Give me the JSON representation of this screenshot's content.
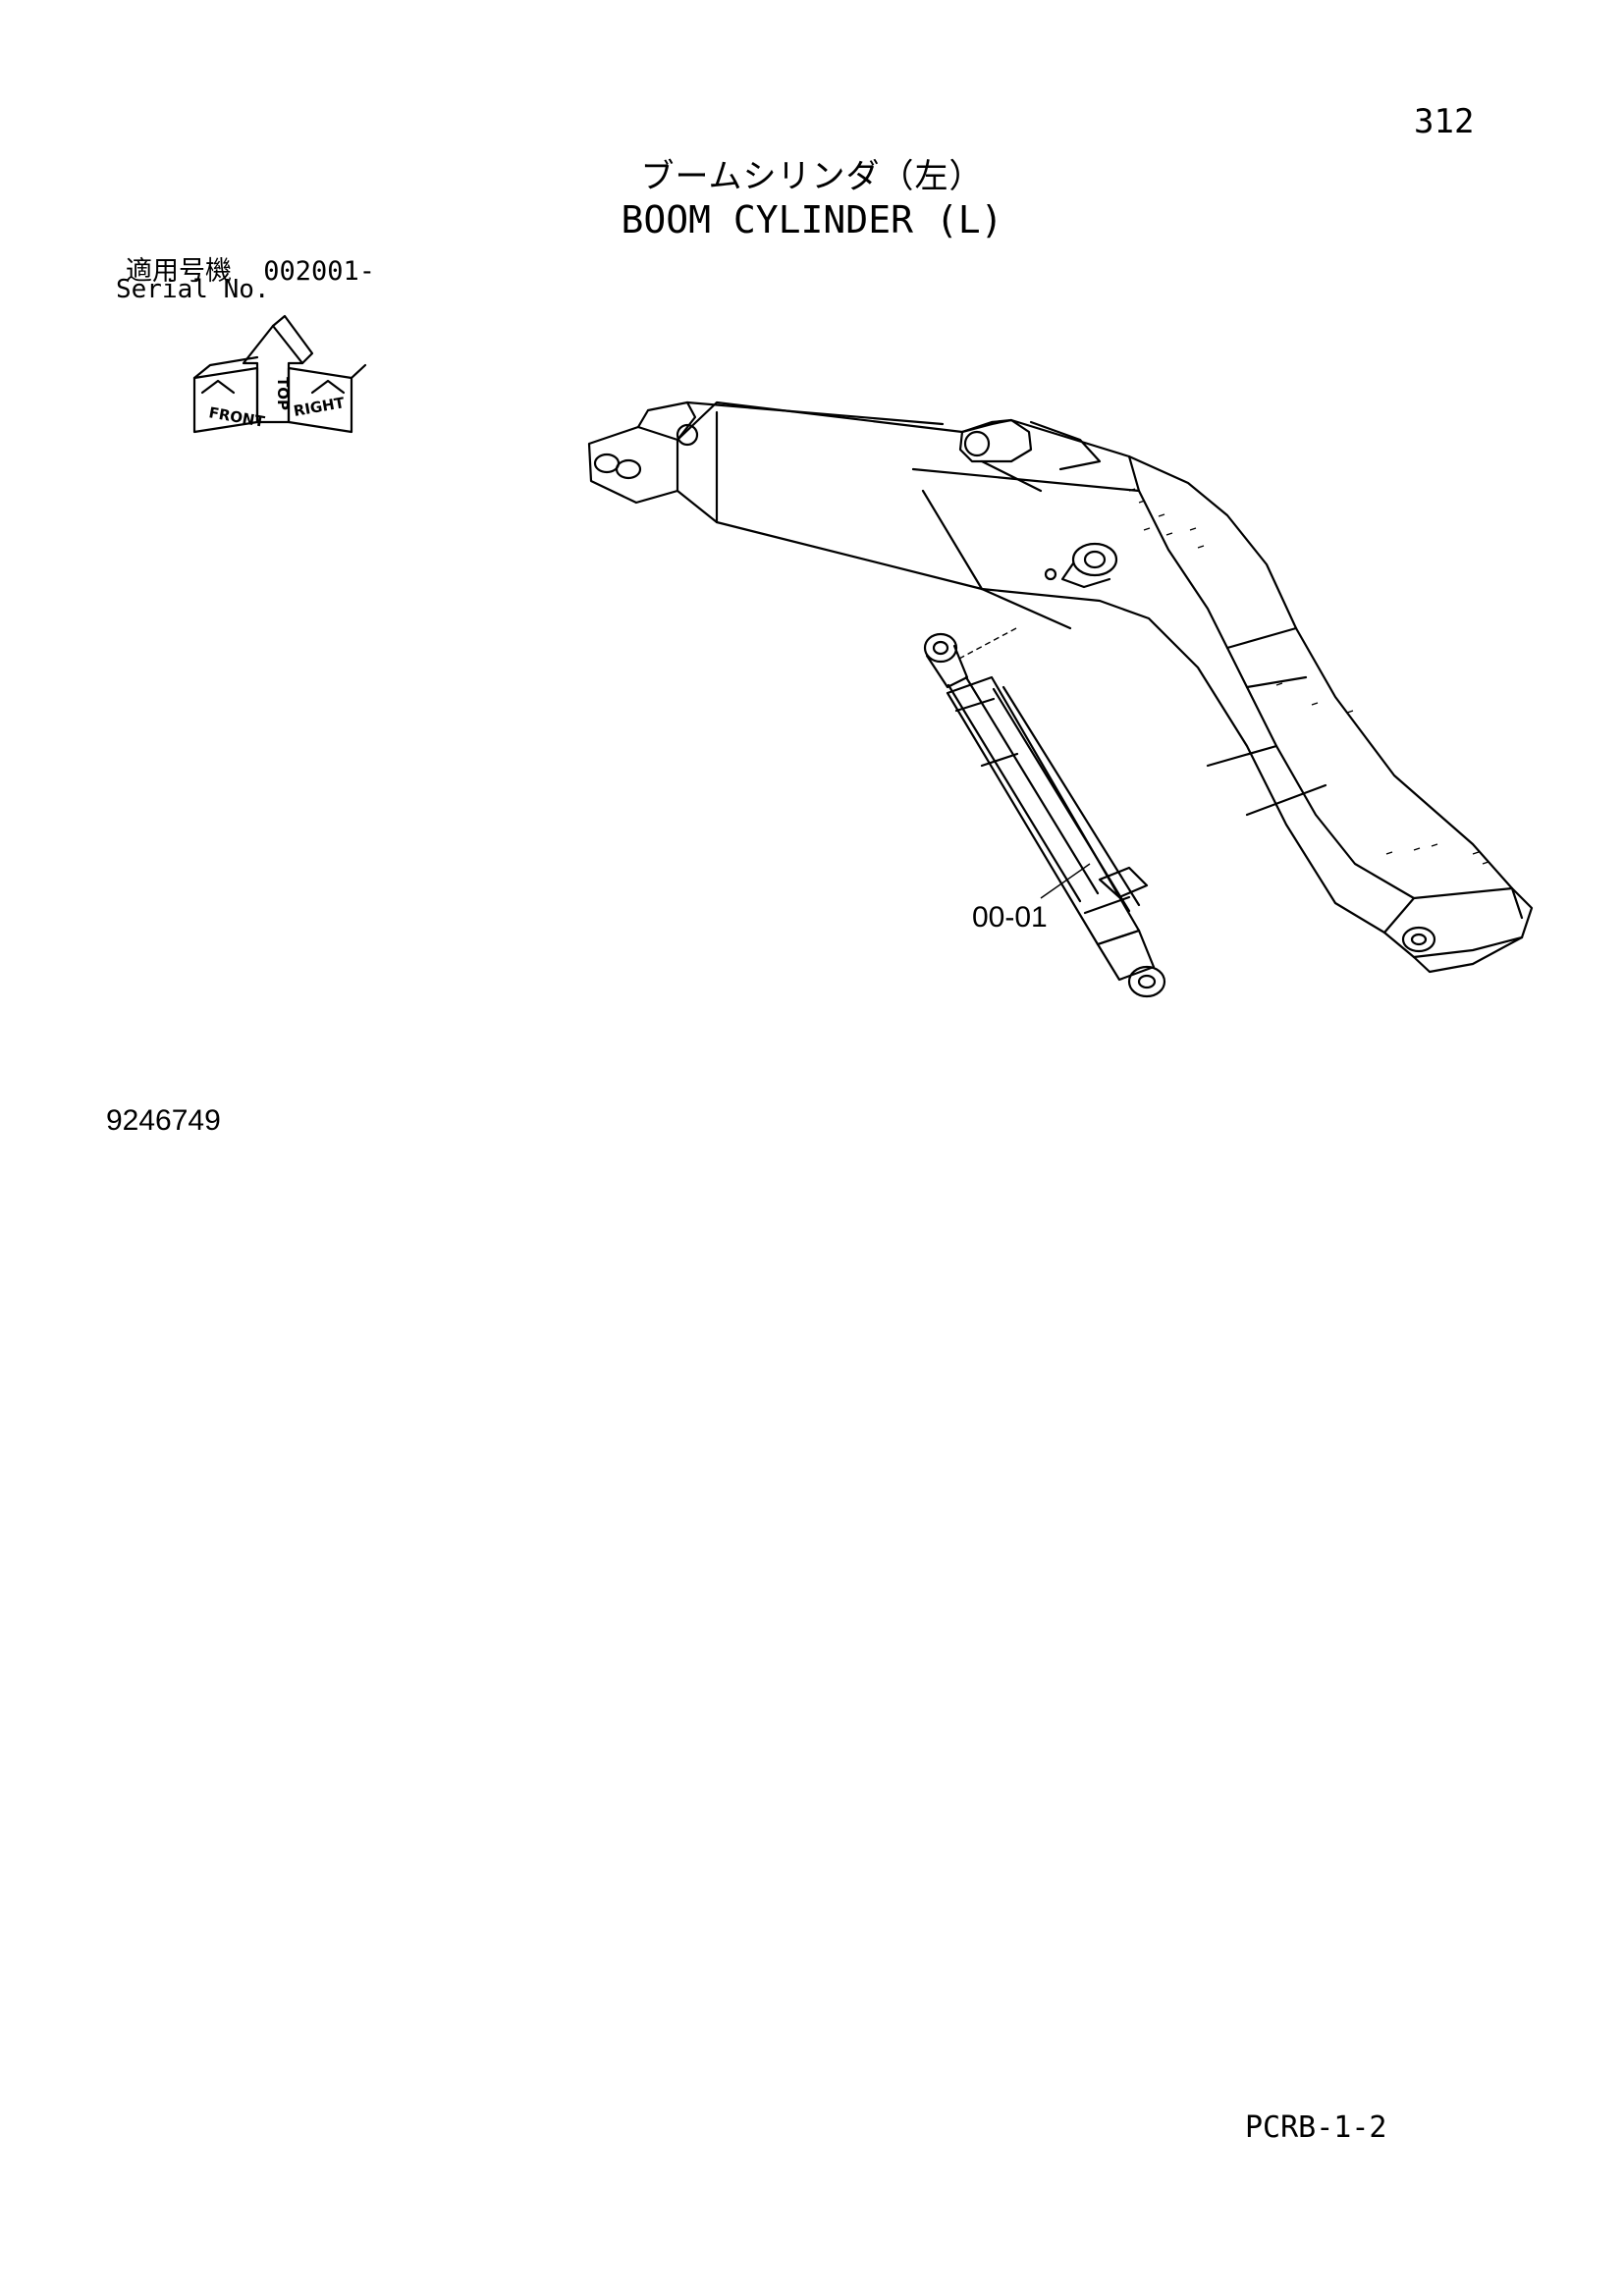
{
  "page_number": "312",
  "title_jp": "ブームシリンダ（左）",
  "title_en": "BOOM CYLINDER (L)",
  "serial": {
    "label_jp": "適用号機",
    "value": "002001-",
    "label_en": "Serial No."
  },
  "orientation_icon": {
    "top": "TOP",
    "front": "FRONT",
    "right": "RIGHT"
  },
  "callout": "00-01",
  "part_number": "9246749",
  "footer_code": "PCRB-1-2"
}
